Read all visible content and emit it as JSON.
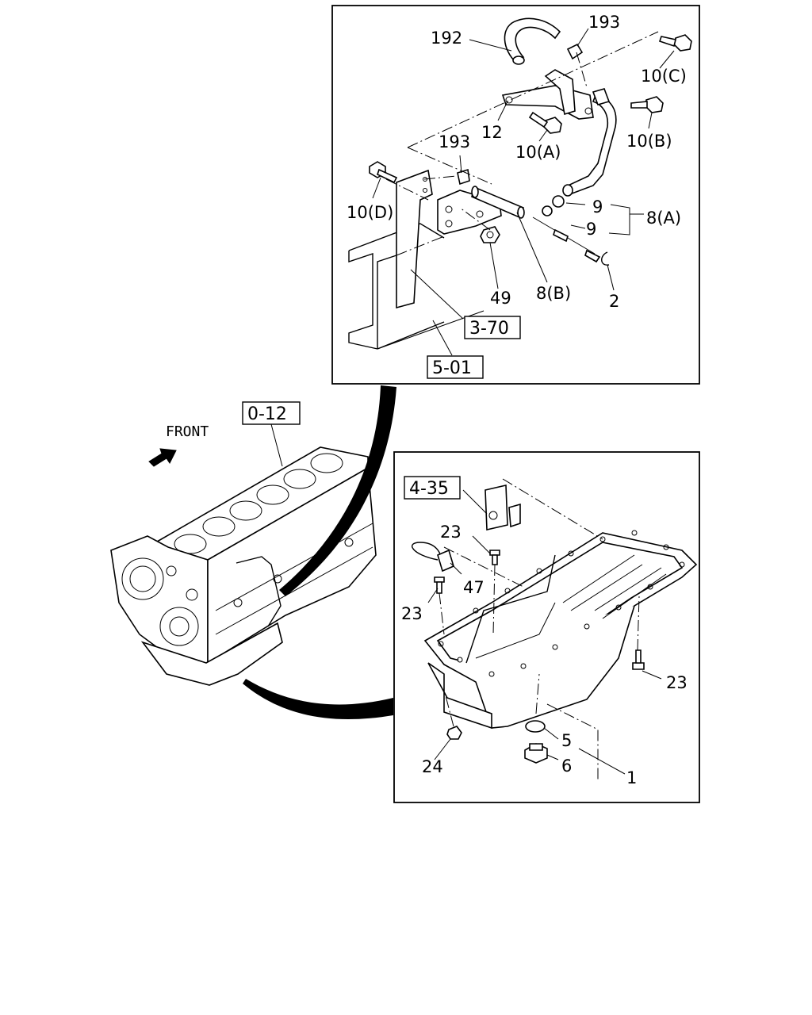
{
  "front_label": "FRONT",
  "refs": {
    "r012": "0-12",
    "r370": "3-70",
    "r501": "5-01",
    "r435": "4-35"
  },
  "labels": {
    "p192": "192",
    "p193a": "193",
    "p193b": "193",
    "p10c": "10(C)",
    "p10b": "10(B)",
    "p10a": "10(A)",
    "p10d": "10(D)",
    "p12": "12",
    "p9a": "9",
    "p9b": "9",
    "p8a": "8(A)",
    "p8b": "8(B)",
    "p49": "49",
    "p2": "2",
    "p23a": "23",
    "p23b": "23",
    "p23c": "23",
    "p47": "47",
    "p5": "5",
    "p6": "6",
    "p1": "1",
    "p24": "24"
  }
}
